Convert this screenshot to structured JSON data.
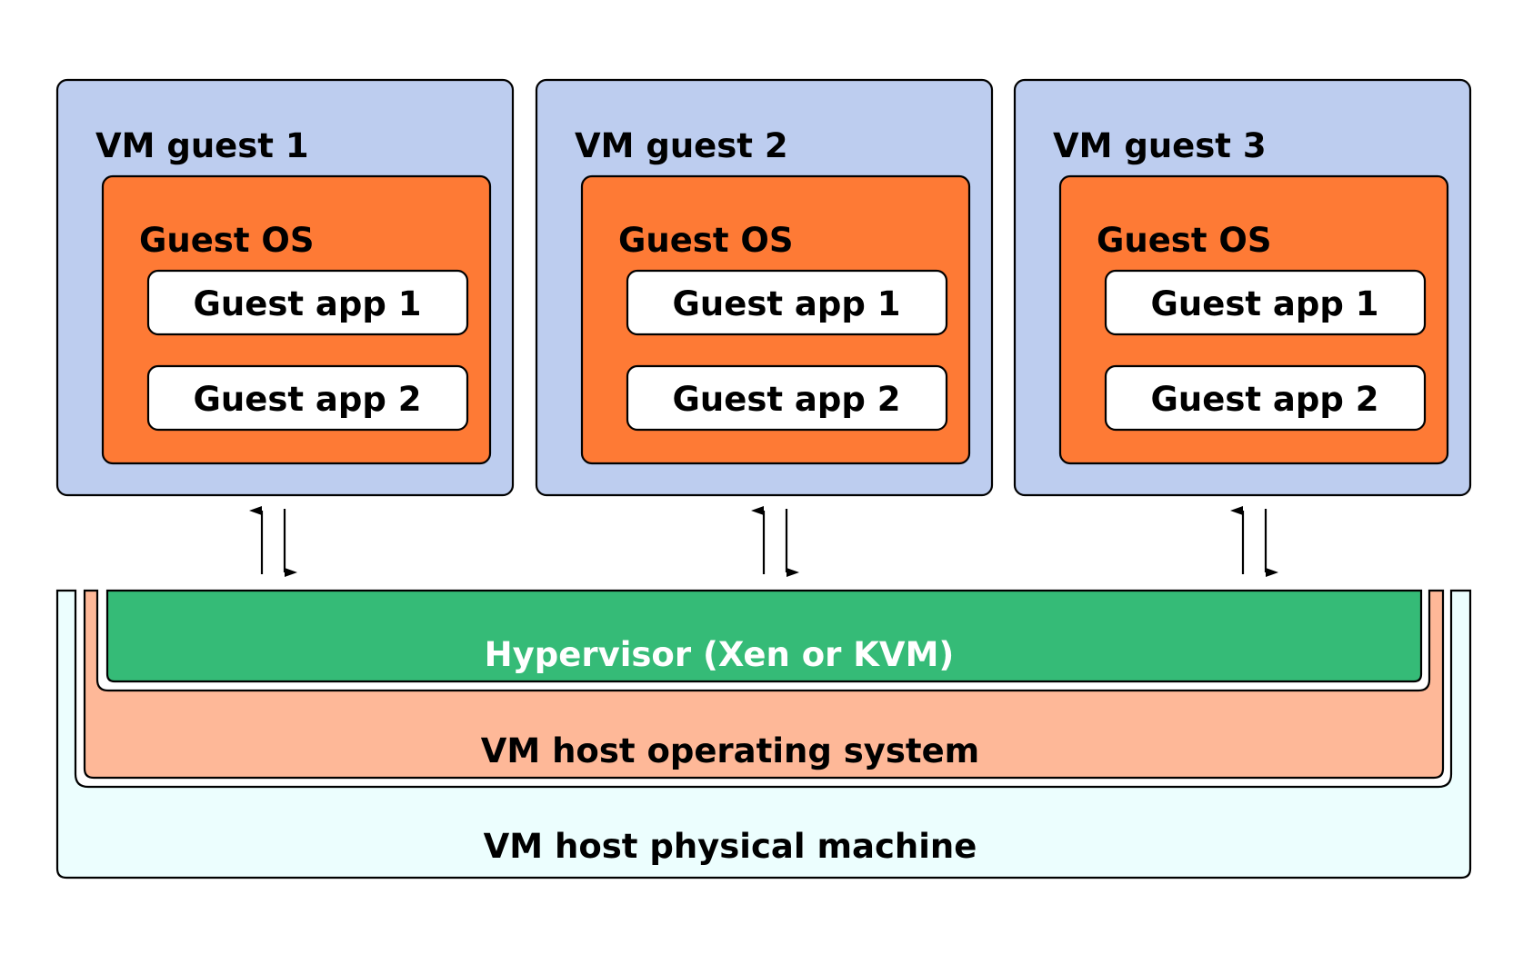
{
  "colors": {
    "guest_vm_fill": "#bdcdef",
    "guest_os_fill": "#fe7a35",
    "app_fill": "#ffffff",
    "hypervisor_fill": "#35bb77",
    "host_os_fill": "#feb898",
    "physical_fill": "#ecfefe",
    "stroke": "#000000",
    "text_dark": "#000000",
    "text_light": "#ffffff"
  },
  "guests": [
    {
      "title": "VM guest 1",
      "os_label": "Guest OS",
      "apps": [
        "Guest app 1",
        "Guest app 2"
      ]
    },
    {
      "title": "VM guest 2",
      "os_label": "Guest OS",
      "apps": [
        "Guest app 1",
        "Guest app 2"
      ]
    },
    {
      "title": "VM guest 3",
      "os_label": "Guest OS",
      "apps": [
        "Guest app 1",
        "Guest app 2"
      ]
    }
  ],
  "host": {
    "hypervisor_label": "Hypervisor (Xen or KVM)",
    "os_label": "VM host operating system",
    "machine_label": "VM host physical machine"
  },
  "connectors": [
    {
      "icon": "up-arrow-icon",
      "icon2": "down-arrow-icon"
    },
    {
      "icon": "up-arrow-icon",
      "icon2": "down-arrow-icon"
    },
    {
      "icon": "up-arrow-icon",
      "icon2": "down-arrow-icon"
    }
  ]
}
